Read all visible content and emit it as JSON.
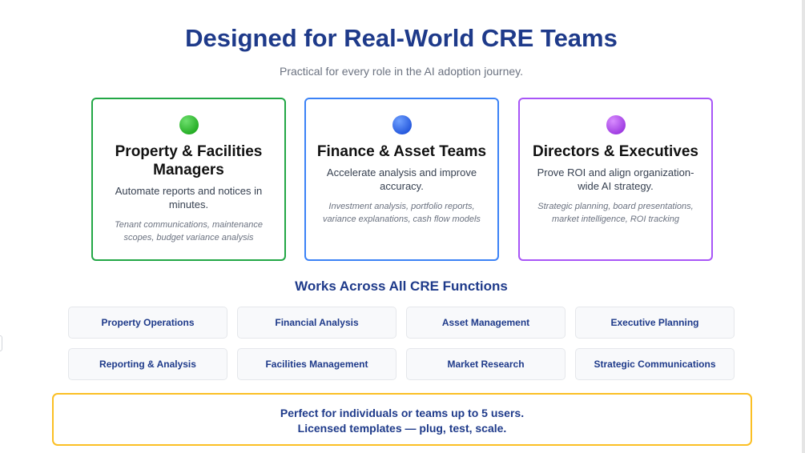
{
  "header": {
    "title": "Designed for Real-World CRE Teams",
    "subtitle": "Practical for every role in the AI adoption journey."
  },
  "cards": [
    {
      "title": "Property & Facilities Managers",
      "desc": "Automate reports and notices in minutes.",
      "examples": "Tenant communications, maintenance scopes, budget variance analysis",
      "color": "#22a745"
    },
    {
      "title": "Finance & Asset Teams",
      "desc": "Accelerate analysis and improve accuracy.",
      "examples": "Investment analysis, portfolio reports, variance explanations, cash flow models",
      "color": "#3b82f6"
    },
    {
      "title": "Directors & Executives",
      "desc": "Prove ROI and align organization-wide AI strategy.",
      "examples": "Strategic planning, board presentations, market intelligence, ROI tracking",
      "color": "#a855f7"
    }
  ],
  "functions": {
    "heading": "Works Across All CRE Functions",
    "items": [
      "Property Operations",
      "Financial Analysis",
      "Asset Management",
      "Executive Planning",
      "Reporting & Analysis",
      "Facilities Management",
      "Market Research",
      "Strategic Communications"
    ]
  },
  "banner": {
    "line1": "Perfect for individuals or teams up to 5 users.",
    "line2": "Licensed templates — plug, test, scale."
  }
}
